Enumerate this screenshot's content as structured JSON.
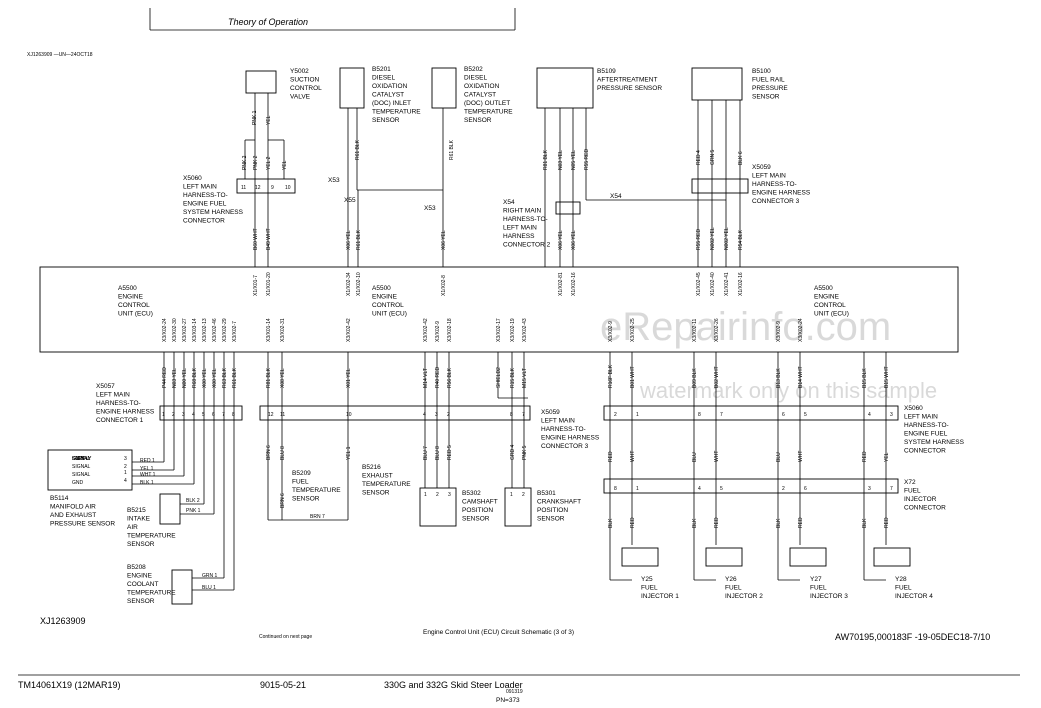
{
  "header": {
    "section_title": "Theory of Operation",
    "figure_id_top": "XJ1263909 —UN—24OCT18"
  },
  "ecu": {
    "label_left": [
      "A5500",
      "ENGINE",
      "CONTROL",
      "UNIT (ECU)"
    ],
    "label_mid": [
      "A5500",
      "ENGINE",
      "CONTROL",
      "UNIT (ECU)"
    ],
    "label_right": [
      "A5500",
      "ENGINE",
      "CONTROL",
      "UNIT (ECU)"
    ]
  },
  "components": {
    "y5002": [
      "Y5002",
      "SUCTION",
      "CONTROL",
      "VALVE"
    ],
    "b5201": [
      "B5201",
      "DIESEL",
      "OXIDATION",
      "CATALYST",
      "(DOC) INLET",
      "TEMPERATURE",
      "SENSOR"
    ],
    "b5202": [
      "B5202",
      "DIESEL",
      "OXIDATION",
      "CATALYST",
      "(DOC) OUTLET",
      "TEMPERATURE",
      "SENSOR"
    ],
    "b5109": [
      "B5109",
      "AFTERTREATMENT",
      "PRESSURE SENSOR"
    ],
    "b5100": [
      "B5100",
      "FUEL RAIL",
      "PRESSURE",
      "SENSOR"
    ],
    "x5060_top": [
      "X5060",
      "LEFT MAIN",
      "HARNESS-TO-",
      "ENGINE FUEL",
      "SYSTEM HARNESS",
      "CONNECTOR"
    ],
    "x5059_top": [
      "X5059",
      "LEFT MAIN",
      "HARNESS-TO-",
      "ENGINE HARNESS",
      "CONNECTOR 3"
    ],
    "x54_left": [
      "X54",
      "RIGHT MAIN",
      "HARNESS-TO-",
      "LEFT MAIN",
      "HARNESS",
      "CONNECTOR 2"
    ],
    "x54_right": "X54",
    "x53_a": "X53",
    "x53_b": "X53",
    "x55": "X55",
    "x5057": [
      "X5057",
      "LEFT MAIN",
      "HARNESS-TO-",
      "ENGINE HARNESS",
      "CONNECTOR 1"
    ],
    "x5059_bot": [
      "X5059",
      "LEFT MAIN",
      "HARNESS-TO-",
      "ENGINE HARNESS",
      "CONNECTOR 3"
    ],
    "x5060_bot": [
      "X5060",
      "LEFT MAIN",
      "HARNESS-TO-",
      "ENGINE FUEL",
      "SYSTEM HARNESS",
      "CONNECTOR"
    ],
    "x72": [
      "X72",
      "FUEL",
      "INJECTOR",
      "CONNECTOR"
    ],
    "b5114": [
      "B5114",
      "MANIFOLD AIR",
      "AND EXHAUST",
      "PRESSURE SENSOR"
    ],
    "b5114_pins": [
      "SUPPLY",
      "SIGNAL",
      "SIGNAL",
      "GND"
    ],
    "b5215": [
      "B5215",
      "INTAKE",
      "AIR",
      "TEMPERATURE",
      "SENSOR"
    ],
    "b5208": [
      "B5208",
      "ENGINE",
      "COOLANT",
      "TEMPERATURE",
      "SENSOR"
    ],
    "b5209": [
      "B5209",
      "FUEL",
      "TEMPERATURE",
      "SENSOR"
    ],
    "b5216": [
      "B5216",
      "EXHAUST",
      "TEMPERATURE",
      "SENSOR"
    ],
    "b5302": [
      "B5302",
      "CAMSHAFT",
      "POSITION",
      "SENSOR"
    ],
    "b5301": [
      "B5301",
      "CRANKSHAFT",
      "POSITION",
      "SENSOR"
    ],
    "y25": [
      "Y25",
      "FUEL",
      "INJECTOR 1"
    ],
    "y26": [
      "Y26",
      "FUEL",
      "INJECTOR 2"
    ],
    "y27": [
      "Y27",
      "FUEL",
      "INJECTOR 3"
    ],
    "y28": [
      "Y28",
      "FUEL",
      "INJECTOR 4"
    ]
  },
  "wires": {
    "top_y5002": [
      "PNK 1",
      "YEL"
    ],
    "top_x5060": [
      "PNK 2",
      "PNK 2",
      "YEL 2",
      "YEL"
    ],
    "top_x5060_pins": [
      "11",
      "12",
      "9",
      "10"
    ],
    "top_x5060_out": [
      "B60 WHT",
      "B49 WHT"
    ],
    "top_b5201": "R61 BLK",
    "top_b5202": "R61 BLK",
    "top_b5109": [
      "R81 BLK",
      "N03 YEL",
      "N05 YEL",
      "R55 RED"
    ],
    "top_b5100": [
      "RED 4",
      "GRN 5",
      "BLK 6"
    ],
    "top_x5059_out": [
      "R55 RED",
      "N002 YEL",
      "N002 YEL",
      "R54 BLK"
    ],
    "top_mid_down": [
      "X06 YEL",
      "R61 BLK",
      "X06 YEL"
    ],
    "top_x54_out": [
      "X06 YEL",
      "X06 YEL"
    ],
    "ecu_top_pins": [
      "X1/X01-7",
      "X1/X01-20",
      "X1/X02-34",
      "X1/X02-10",
      "X1/X02-8",
      "X1/X02-81",
      "X1/X02-16",
      "X1/X02-45",
      "X1/X02-40",
      "X1/X02-41",
      "X1/X02-16"
    ],
    "ecu_bot_pins": [
      "X3/X02-24",
      "X3/X02-30",
      "X3/X02-27",
      "X3/X03-14",
      "X3/X02-13",
      "X3/X02-46",
      "X3/X02-29",
      "X3/X02-7",
      "X3/X01-14",
      "X3/X02-31",
      "X3/X02-42",
      "X3/X02-42",
      "X3/X02-9",
      "X3/X02-18",
      "X3/X02-17",
      "X3/X02-19",
      "X3/X02-43",
      "X3/X02-9",
      "X3/X02-25",
      "X3/X02-11",
      "X3/X02-26",
      "X3/X02-9",
      "X3/X02-24"
    ],
    "bot_x5057": [
      "P44 RED",
      "N03 YEL",
      "N00 YEL",
      "R68 BLK",
      "X00 YEL",
      "X00 YEL",
      "R63 BLK",
      "R61 BLK"
    ],
    "bot_x5057_pins": [
      "1",
      "2",
      "3",
      "4",
      "5",
      "6",
      "7",
      "8"
    ],
    "bot_b5114": [
      "RED 1",
      "YEL 1",
      "WHT 1",
      "BLK 1"
    ],
    "bot_b5114_pinnums": [
      "3",
      "2",
      "1",
      "4"
    ],
    "bot_b5215": [
      "BLK 2",
      "PNK 1"
    ],
    "bot_b5208": [
      "GRN 1",
      "BLU 1"
    ],
    "bot_mid": [
      "R81 BLK",
      "X08 YEL",
      "X01 YEL"
    ],
    "bot_mid_pins": [
      "12",
      "11",
      "10"
    ],
    "bot_b5209": [
      "BRN 6",
      "BLU 8",
      "BRN 6",
      "BRN 7"
    ],
    "bot_b5216": "YEL 1",
    "bot_x5059": [
      "M14 VLT",
      "R40 RED",
      "R56 BLK",
      "SHIELD2",
      "R15 BLK",
      "M15 VLT"
    ],
    "bot_x5059_pins": [
      "4",
      "3",
      "2",
      "8",
      "7"
    ],
    "bot_b5302": [
      "BLU 7",
      "BLU 8",
      "RED 5"
    ],
    "bot_b5302_pins": [
      "1",
      "2",
      "3"
    ],
    "bot_b5301": [
      "GRD 4",
      "PNK 5"
    ],
    "bot_b5301_pins": [
      "1",
      "2"
    ],
    "bot_x5060": [
      "R16F BLK",
      "B01 WHT",
      "B09 BLK",
      "B02 WHT",
      "B13 BLK",
      "B14 WHT",
      "B15 BLK",
      "B15 WHT"
    ],
    "bot_x5060_pins": [
      "2",
      "1",
      "8",
      "7",
      "6",
      "5",
      "4",
      "3"
    ],
    "bot_x72_in": [
      "RED",
      "WHT",
      "BLU",
      "WHT",
      "BLU",
      "WHT",
      "RED",
      "YEL"
    ],
    "bot_x72_pins": [
      "8",
      "1",
      "4",
      "5",
      "2",
      "6",
      "3",
      "7"
    ],
    "bot_x72_out": [
      "BLK",
      "RED",
      "BLK",
      "RED",
      "BLK",
      "RED",
      "BLK",
      "RED"
    ]
  },
  "footer": {
    "figure_id": "XJ1263909",
    "continued": "Continued on next page",
    "caption": "Engine Control Unit (ECU) Circuit Schematic (3 of 3)",
    "ref": "AW70195,000183F -19-05DEC18-7/10",
    "manual": "TM14061X19 (12MAR19)",
    "page": "9015-05-21",
    "model": "330G and 332G Skid Steer Loader",
    "date_small": "091319",
    "pn": "PN=373"
  },
  "watermark": {
    "brand": "eRepairinfo.com",
    "note": "watermark only on this sample"
  }
}
